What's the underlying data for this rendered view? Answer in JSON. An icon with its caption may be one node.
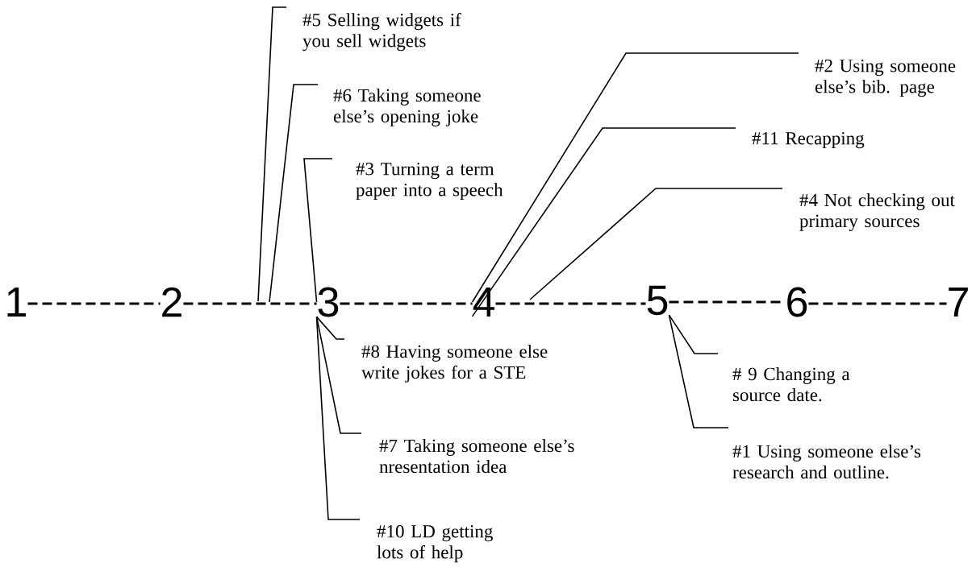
{
  "diagram": {
    "nodes": [
      {
        "text": [
          "#5 Selling widgets if you sell widgets"
        ]
      },
      {
        "text": [
          "#2 Using someone else’s bib. page"
        ]
      },
      {
        "text": [
          "#6 Taking someone else’s opening joke"
        ]
      },
      {
        "text": [
          "#11 Recapping"
        ]
      },
      {
        "text": [
          "#3 Turning a term paper into a speech"
        ]
      },
      {
        "text": [
          "#4 Not checking out primary sources"
        ]
      },
      {
        "text": [
          "#8 Having someone else write jokes for a STE"
        ]
      },
      {
        "text": [
          "# 9 Changing a source date."
        ]
      },
      {
        "text": [
          "#7 Taking someone else’s nresentation idea"
        ]
      },
      {
        "text": [
          "#1 Using someone else’s research and outline."
        ]
      },
      {
        "text": [
          "#10 LD getting lots of help"
        ]
      },
      {
        "text": [
          "1"
        ]
      },
      {
        "text": [
          "2"
        ]
      },
      {
        "text": [
          "3"
        ]
      },
      {
        "text": [
          "4"
        ]
      },
      {
        "text": [
          "5"
        ]
      },
      {
        "text": [
          "6"
        ]
      },
      {
        "text": [
          "7"
        ]
      }
    ],
    "edges": [
      {
        "from": 0,
        "to": null,
        "arrow": "none"
      },
      {
        "from": 1,
        "to": 14,
        "arrow": "none"
      },
      {
        "from": 2,
        "to": null,
        "arrow": "none"
      },
      {
        "from": 3,
        "to": 14,
        "arrow": "none"
      },
      {
        "from": 4,
        "to": 13,
        "arrow": "none"
      },
      {
        "from": 5,
        "to": null,
        "arrow": "none"
      },
      {
        "from": 6,
        "to": 13,
        "arrow": "none"
      },
      {
        "from": 7,
        "to": 15,
        "arrow": "none"
      },
      {
        "from": 8,
        "to": 13,
        "arrow": "none"
      },
      {
        "from": 9,
        "to": 15,
        "arrow": "none"
      },
      {
        "from": 10,
        "to": 13,
        "arrow": "none"
      },
      {
        "from": 11,
        "to": 12,
        "arrow": "none",
        "style": "dashed"
      },
      {
        "from": 12,
        "to": 13,
        "arrow": "none",
        "style": "dashed"
      },
      {
        "from": 13,
        "to": 14,
        "arrow": "none",
        "style": "dashed"
      },
      {
        "from": 14,
        "to": 15,
        "arrow": "none",
        "style": "dashed"
      },
      {
        "from": 15,
        "to": 16,
        "arrow": "none",
        "style": "dashed"
      },
      {
        "from": 16,
        "to": 17,
        "arrow": "none",
        "style": "dashed"
      }
    ]
  }
}
